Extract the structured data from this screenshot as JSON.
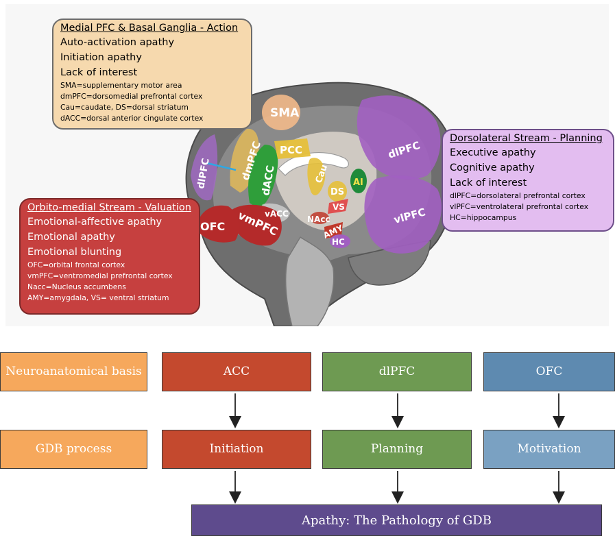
{
  "medial_box": {
    "title": "Medial PFC & Basal Ganglia - Action",
    "items": [
      "Auto-activation apathy",
      "Initiation apathy",
      "Lack of interest"
    ],
    "abbreviations": [
      "SMA=supplementary motor area",
      "dmPFC=dorsomedial prefrontal cortex",
      "Cau=caudate, DS=dorsal striatum",
      "dACC=dorsal anterior cingulate cortex"
    ]
  },
  "dlpfc_box": {
    "title": "Dorsolateral Stream - Planning",
    "items": [
      "Executive apathy",
      "Cognitive apathy",
      "Lack of interest"
    ],
    "abbreviations": [
      "dlPFC=dorsolateral prefrontal cortex",
      "vlPFC=ventrolateral prefrontal cortex",
      "HC=hippocampus"
    ]
  },
  "ofc_box": {
    "title": "Orbito-medial Stream - Valuation",
    "items": [
      "Emotional-affective apathy",
      "Emotional apathy",
      "Emotional blunting"
    ],
    "abbreviations": [
      "OFC=orbital frontal cortex",
      "vmPFC=ventromedial prefrontal cortex",
      "Nacc=Nucleus accumbens",
      "AMY=amygdala, VS= ventral striatum"
    ]
  },
  "brain_regions": {
    "sma": "SMA",
    "dmpfc": "dmPFC",
    "dacc": "dACC",
    "pcc": "PCC",
    "cau": "Cau",
    "ds": "DS",
    "ai": "AI",
    "vs": "VS",
    "nacc": "NAcc",
    "amy": "AMY",
    "hc": "HC",
    "vacc": "vACC",
    "vmpfc": "vmPFC",
    "ofc": "OFC",
    "dlpfc_left": "dlPFC",
    "dlpfc_right": "dlPFC",
    "vlpfc": "vlPFC"
  },
  "flow": {
    "row1": [
      "Neuroanatomical basis",
      "ACC",
      "dlPFC",
      "OFC"
    ],
    "row2": [
      "GDB process",
      "Initiation",
      "Planning",
      "Motivation"
    ],
    "bottom": "Apathy: The Pathology of GDB"
  },
  "colors": {
    "orange": "#f6a85c",
    "red": "#c4492e",
    "green": "#6e9a52",
    "blue": "#5e8ab0",
    "purple": "#5e4b8d"
  }
}
